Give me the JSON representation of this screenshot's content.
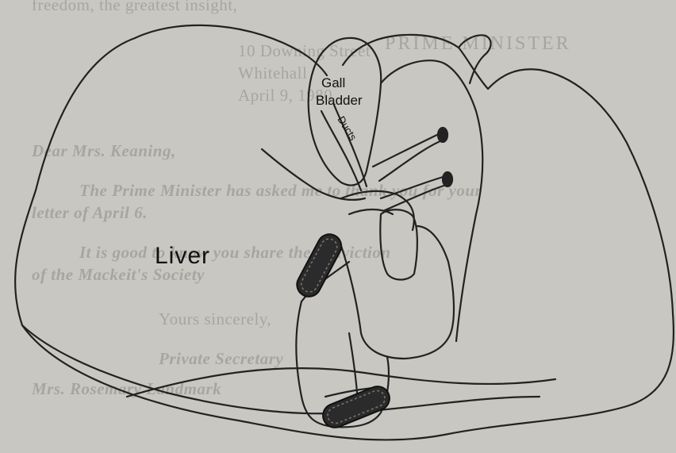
{
  "diagram": {
    "labels": {
      "liver": "Liver",
      "gall_line1": "Gall",
      "gall_line2": "Bladder",
      "ducts": "Ducts"
    }
  },
  "background_letter": {
    "title": "PRIME MINISTER",
    "lines": [
      "freedom, the greatest insight,",
      "10 Downing Street",
      "Whitehall",
      "April 9, 1980",
      "Dear Mrs. Keaning,",
      "The Prime Minister has asked me to thank you for your",
      "letter of April 6.",
      "It is good to know you share the conviction",
      "of the Mackeit's Society",
      "Yours sincerely,",
      "Private Secretary",
      "Mrs. Rosemary Landmark"
    ]
  }
}
